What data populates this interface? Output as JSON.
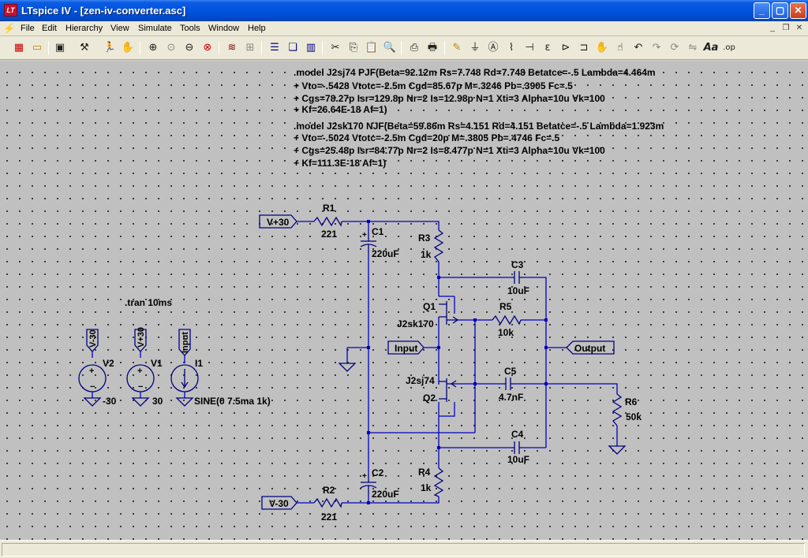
{
  "window": {
    "app_icon_text": "LT",
    "title": "LTspice IV - [zen-iv-converter.asc]",
    "minimize": "_",
    "maximize": "▢",
    "close": "✕"
  },
  "menu": {
    "items": [
      "File",
      "Edit",
      "Hierarchy",
      "View",
      "Simulate",
      "Tools",
      "Window",
      "Help"
    ],
    "mdi_minimize": "_",
    "mdi_restore": "❐",
    "mdi_close": "✕"
  },
  "toolbar": {
    "icons": [
      "new-schematic-icon",
      "open-icon",
      "save-icon",
      "control-panel-icon",
      "run-icon",
      "halt-icon",
      "zoom-in-icon",
      "zoom-full-icon",
      "zoom-out-icon",
      "zoom-cancel-icon",
      "waveform-icon",
      "autorange-icon",
      "tile-horizontal-icon",
      "cascade-icon",
      "tile-vertical-icon",
      "cut-icon",
      "copy-icon",
      "paste-icon",
      "find-icon",
      "print-setup-icon",
      "print-icon",
      "pencil-wire-icon",
      "ground-icon",
      "label-net-icon",
      "resistor-icon",
      "capacitor-icon",
      "inductor-icon",
      "diode-icon",
      "component-icon",
      "move-icon",
      "drag-icon",
      "undo-icon",
      "redo-icon",
      "rotate-icon",
      "mirror-icon",
      "text-icon",
      "spice-directive-icon"
    ],
    "text_label": "Aa",
    "op_label": ".op"
  },
  "schematic": {
    "directives": [
      ".model J2sj74 PJF(Beta=92.12m Rs=7.748 Rd=7.748 Betatce=-.5 Lambda=4.464m",
      "+ Vto=-.5428 Vtotc=-2.5m Cgd=85.67p M=.3246 Pb=.3905 Fc=.5",
      "+ Cgs=78.27p Isr=129.8p Nr=2 Is=12.98p N=1 Xti=3 Alpha=10u Vk=100",
      "+ Kf=26.64E-18 Af=1)",
      ".model J2sk170 NJF(Beta=59.86m Rs=4.151 Rd=4.151 Betatce=-.5 Lambda=1.923m",
      "+ Vto=-.5024 Vtotc=-2.5m Cgd=20p M=.3805 Pb=.4746 Fc=.5",
      "+ Cgs=25.48p Isr=84.77p Nr=2 Is=8.477p N=1 Xti=3 Alpha=10u Vk=100",
      "+ Kf=111.3E-18 Af=1)"
    ],
    "tran_directive": ".tran 10ms",
    "labels": {
      "vplus30_left": "V+30",
      "vminus30_left": "V-30",
      "input_net": "Input",
      "output_net": "Output",
      "v2_net": "V-30",
      "v1_net": "V+30",
      "i1_net": "Input"
    },
    "components": {
      "R1": {
        "name": "R1",
        "value": "221"
      },
      "R2": {
        "name": "R2",
        "value": "221"
      },
      "R3": {
        "name": "R3",
        "value": "1k"
      },
      "R4": {
        "name": "R4",
        "value": "1k"
      },
      "R5": {
        "name": "R5",
        "value": "10k"
      },
      "R6": {
        "name": "R6",
        "value": "50k"
      },
      "C1": {
        "name": "C1",
        "value": "220uF"
      },
      "C2": {
        "name": "C2",
        "value": "220uF"
      },
      "C3": {
        "name": "C3",
        "value": "10uF"
      },
      "C4": {
        "name": "C4",
        "value": "10uF"
      },
      "C5": {
        "name": "C5",
        "value": "4.7nF"
      },
      "Q1": {
        "name": "Q1",
        "model": "J2sk170"
      },
      "Q2": {
        "name": "Q2",
        "model": "J2sj74"
      },
      "V1": {
        "name": "V1",
        "value": "30"
      },
      "V2": {
        "name": "V2",
        "value": "-30"
      },
      "I1": {
        "name": "I1",
        "value": "SINE(0 7.5ma 1k)"
      }
    }
  },
  "colors": {
    "wire": "#0000c0",
    "canvas": "#c0c0c0",
    "titlebar": "#0053e0"
  }
}
